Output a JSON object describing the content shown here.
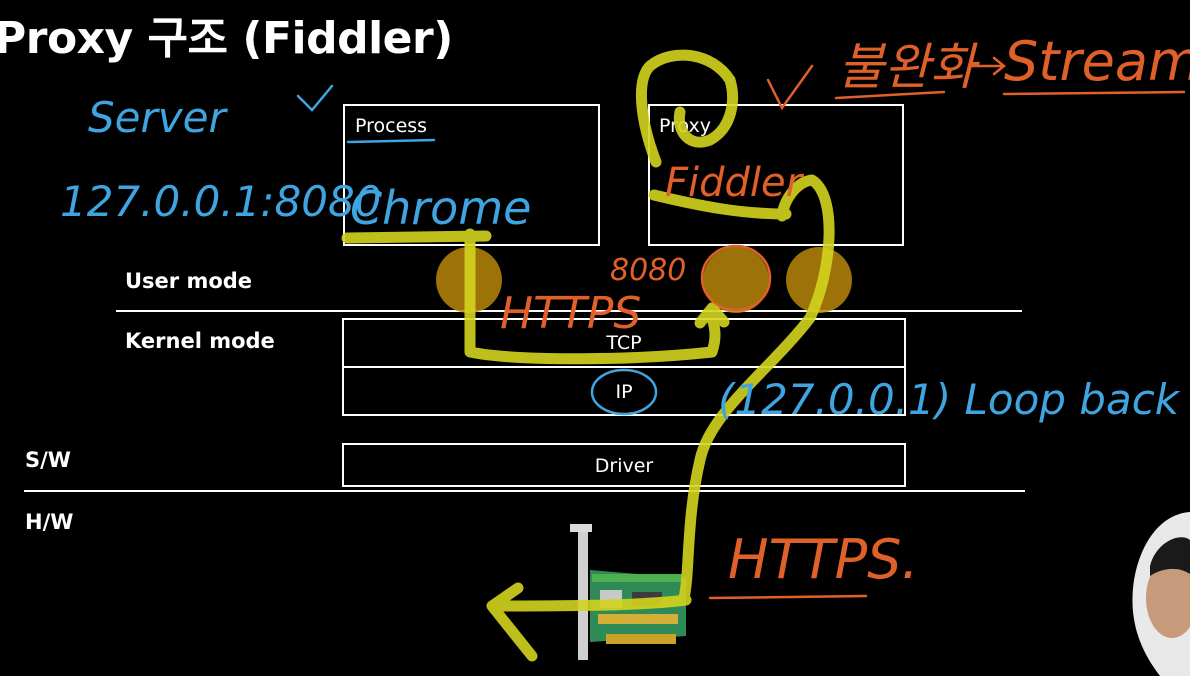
{
  "slide": {
    "title": "Proxy 구조 (Fiddler)"
  },
  "diagram": {
    "process_box": {
      "label": "Process"
    },
    "proxy_box": {
      "label": "Proxy"
    },
    "layers": {
      "user_mode": "User mode",
      "kernel_mode": "Kernel mode",
      "software": "S/W",
      "hardware": "H/W"
    },
    "stack": {
      "tcp": "TCP",
      "ip": "IP",
      "driver": "Driver"
    }
  },
  "annotations": {
    "server": "Server",
    "server_address": "127.0.0.1:8080",
    "chrome": "Chrome",
    "fiddler": "Fiddler",
    "https_upper": "HTTPS",
    "port_8080": "8080",
    "loopback": "(127.0.0.1) Loop back",
    "https_lower": "HTTPS.",
    "korean_note": "불완화",
    "stream": "Stream"
  },
  "colors": {
    "background": "#000000",
    "line": "#ffffff",
    "blue_ink": "#3fa4e0",
    "orange_ink": "#e0602a",
    "yellow_ink": "#d4d41e",
    "socket_fill": "#b8860b"
  }
}
